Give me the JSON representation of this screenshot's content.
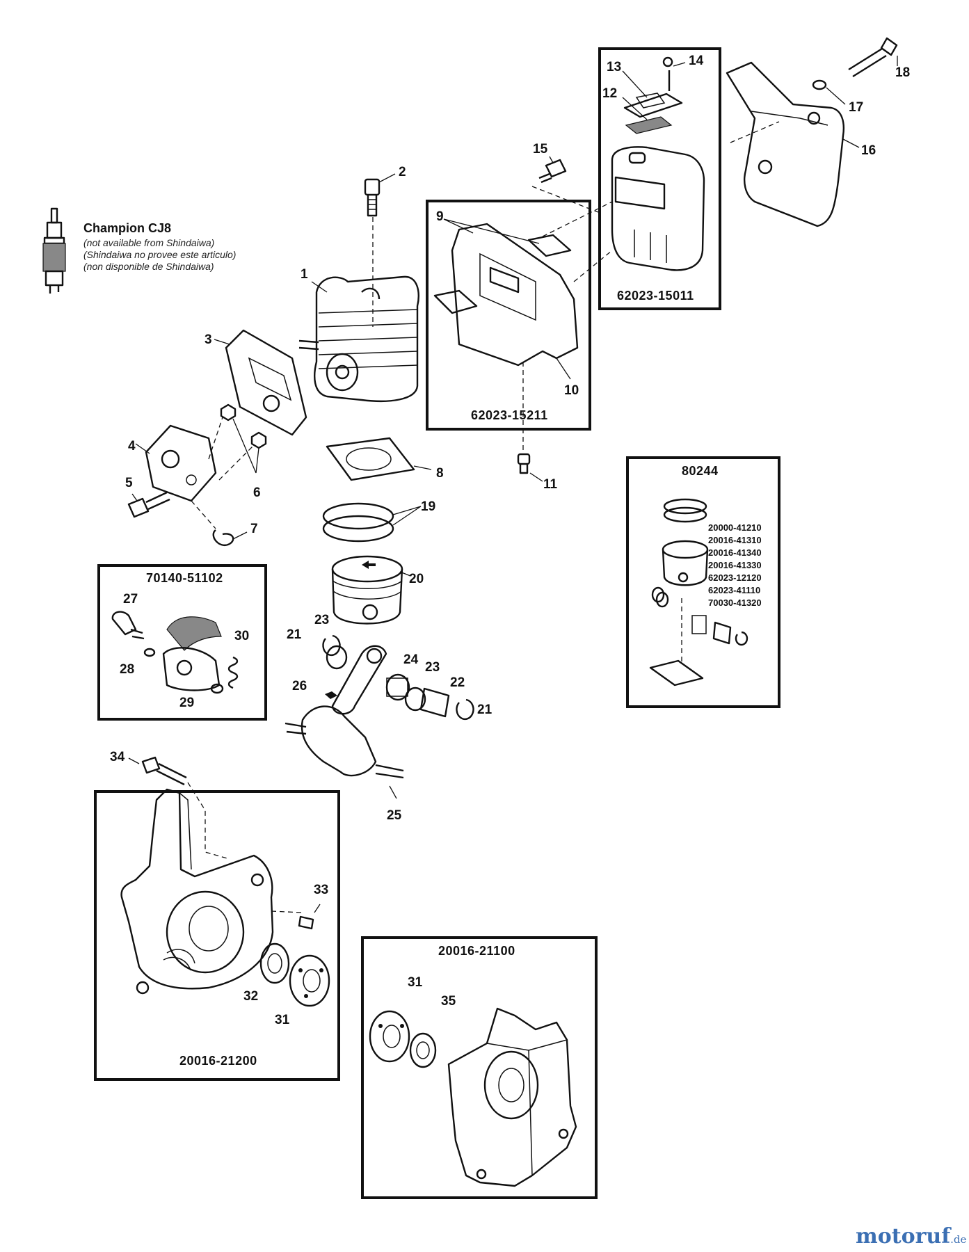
{
  "spark_plug": {
    "title": "Champion CJ8",
    "notes": [
      "(not available from Shindaiwa)",
      "(Shindaiwa no provee este articulo)",
      "(non disponible de Shindaiwa)"
    ]
  },
  "kits": {
    "muffler": "62023-15011",
    "muffler_guard": "62023-15211",
    "piston_kit": "80244",
    "piston_kit_parts": [
      "20000-41210",
      "20016-41310",
      "20016-41340",
      "20016-41330",
      "62023-12120",
      "62023-41110",
      "70030-41320"
    ],
    "clutch": "70140-51102",
    "crankcase_left": "20016-21200",
    "crankcase_right": "20016-21100"
  },
  "callouts": [
    "1",
    "2",
    "3",
    "4",
    "5",
    "6",
    "7",
    "8",
    "9",
    "10",
    "11",
    "12",
    "13",
    "14",
    "15",
    "16",
    "17",
    "18",
    "19",
    "20",
    "21",
    "21",
    "22",
    "23",
    "23",
    "24",
    "25",
    "26",
    "27",
    "28",
    "29",
    "30",
    "31",
    "31",
    "32",
    "33",
    "34",
    "35"
  ],
  "watermark": {
    "name": "motoruf",
    "tld": ".de",
    "accent": "#e1a21a",
    "brand": "#3b6fb3"
  }
}
